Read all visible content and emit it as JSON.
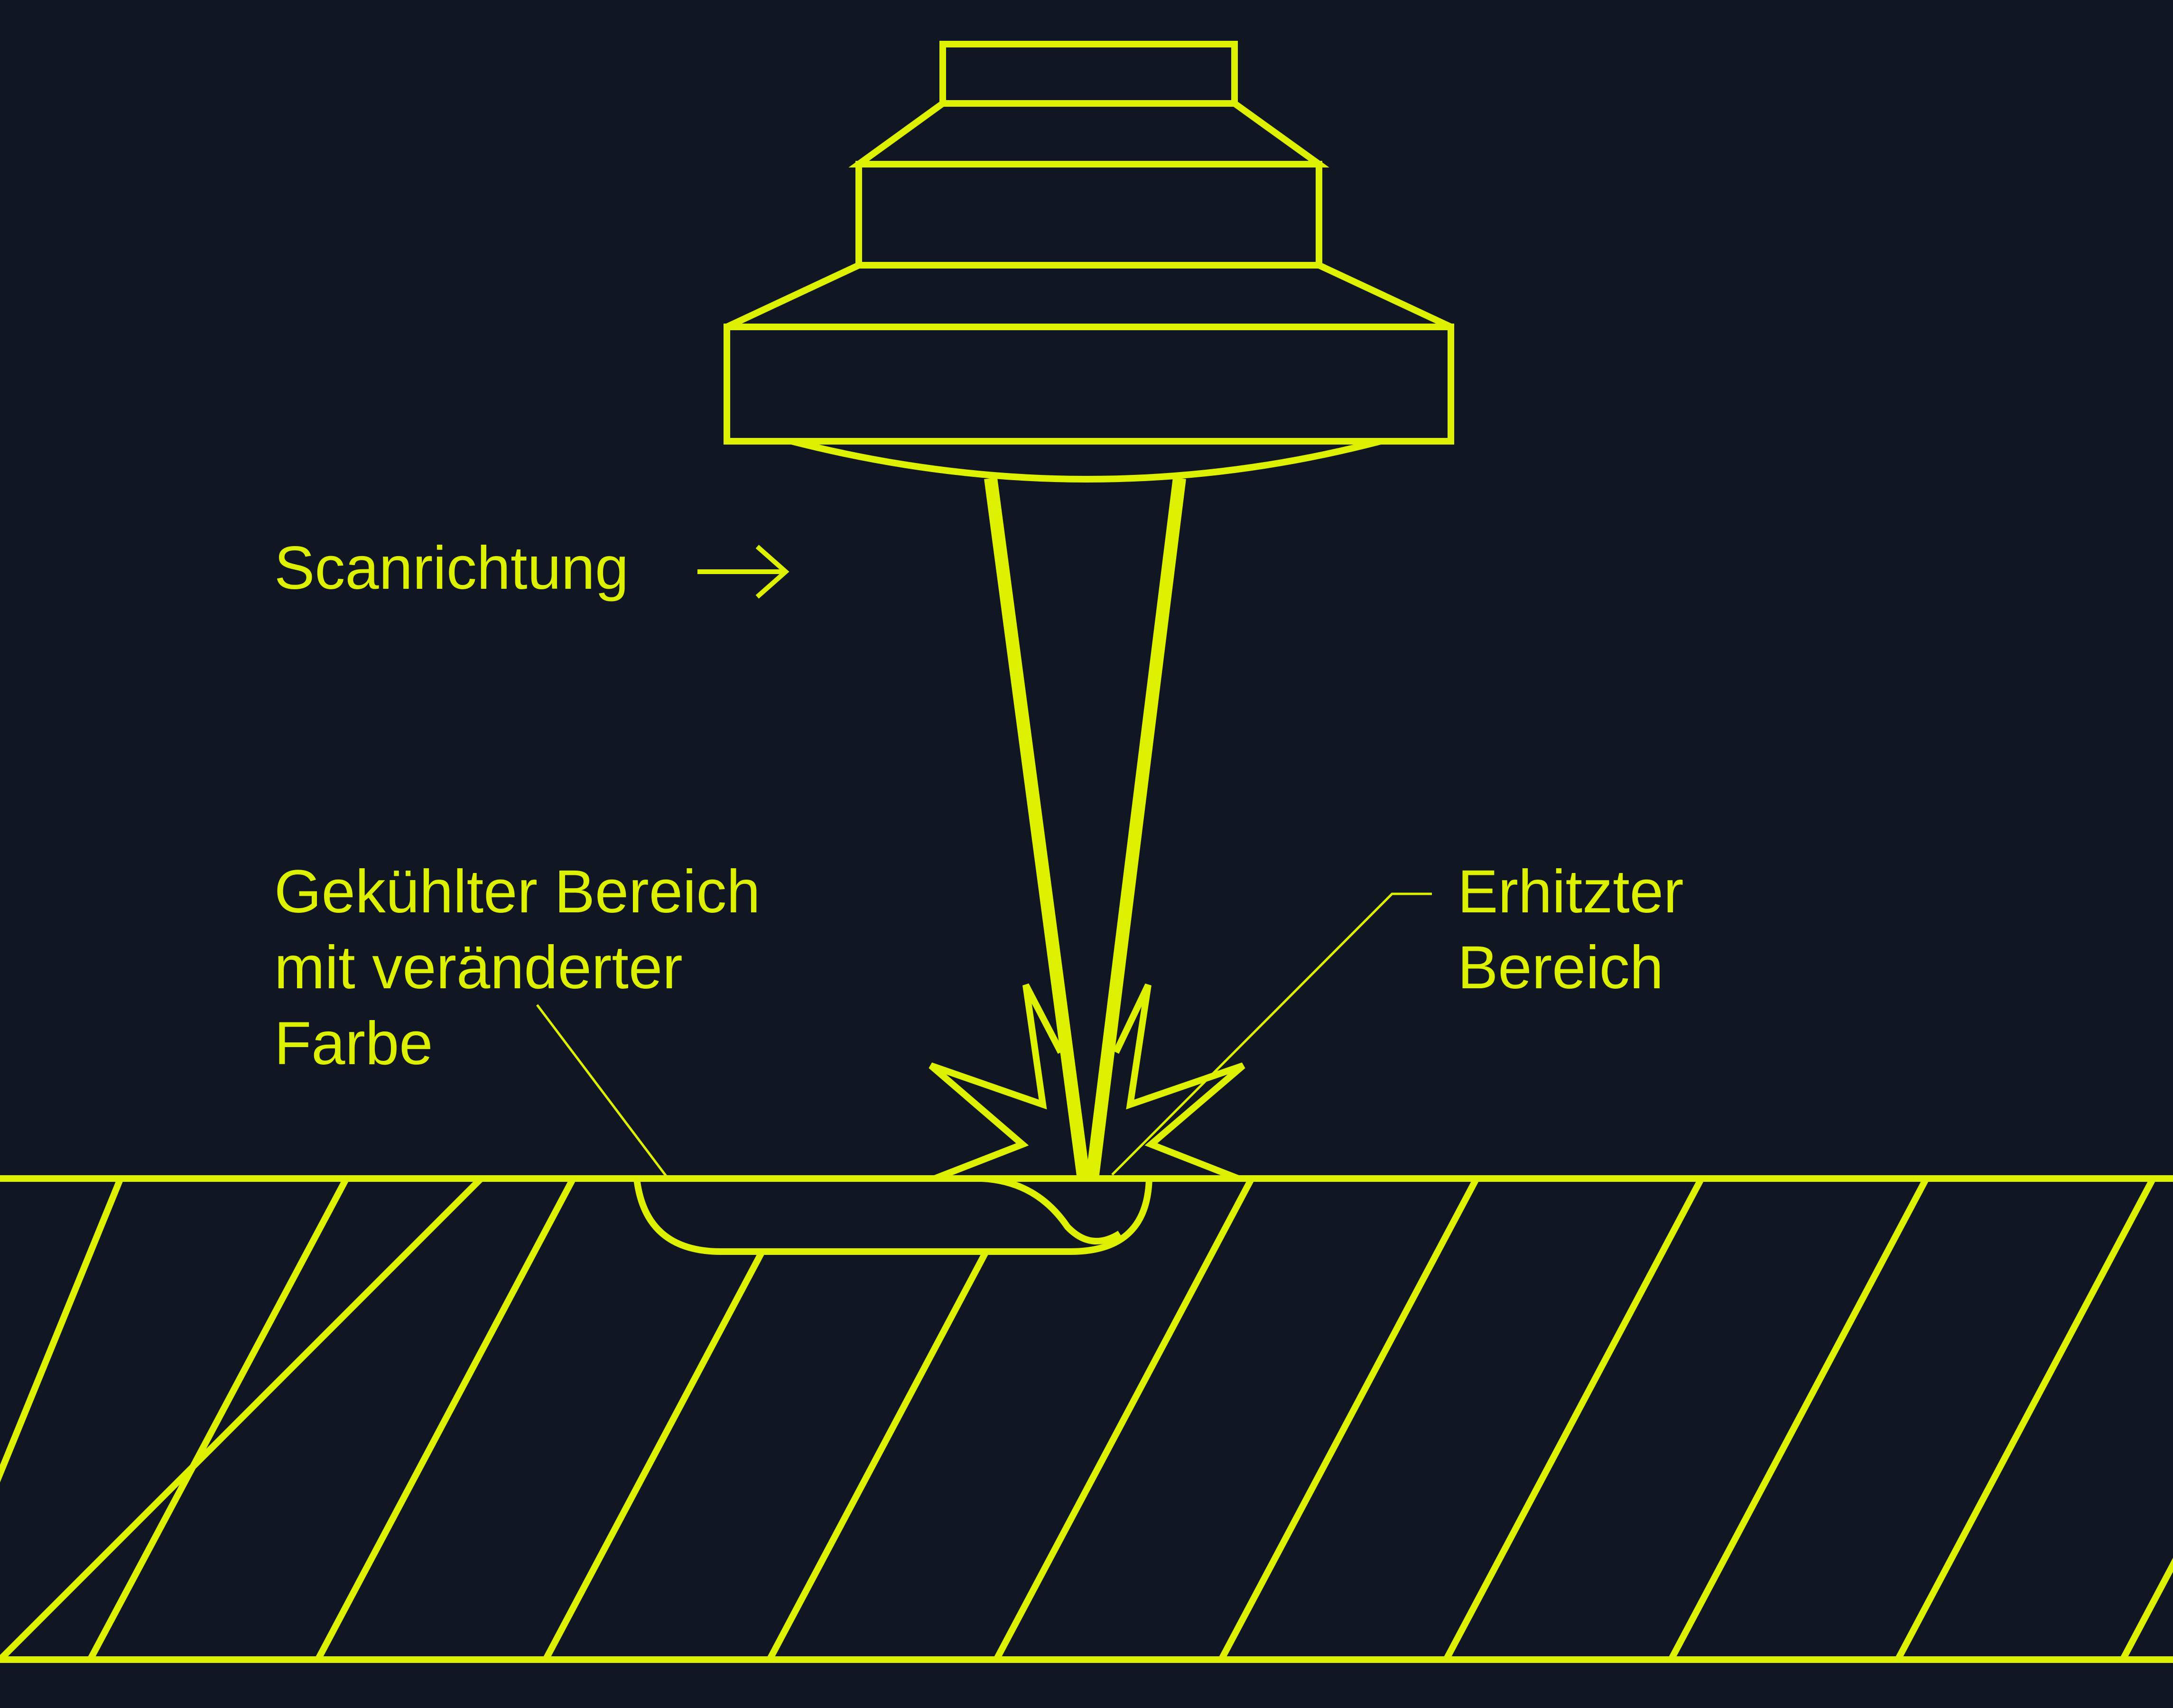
{
  "colors": {
    "background": "#101722",
    "accent": "#DDF000"
  },
  "labels": {
    "scan_direction": "Scanrichtung",
    "cooled_area": [
      "Gekühlter Bereich",
      "mit veränderter",
      "Farbe"
    ],
    "heated_area": [
      "Erhitzter",
      "Bereich"
    ]
  },
  "icons": {
    "scan_arrow": "arrow-right-icon"
  }
}
